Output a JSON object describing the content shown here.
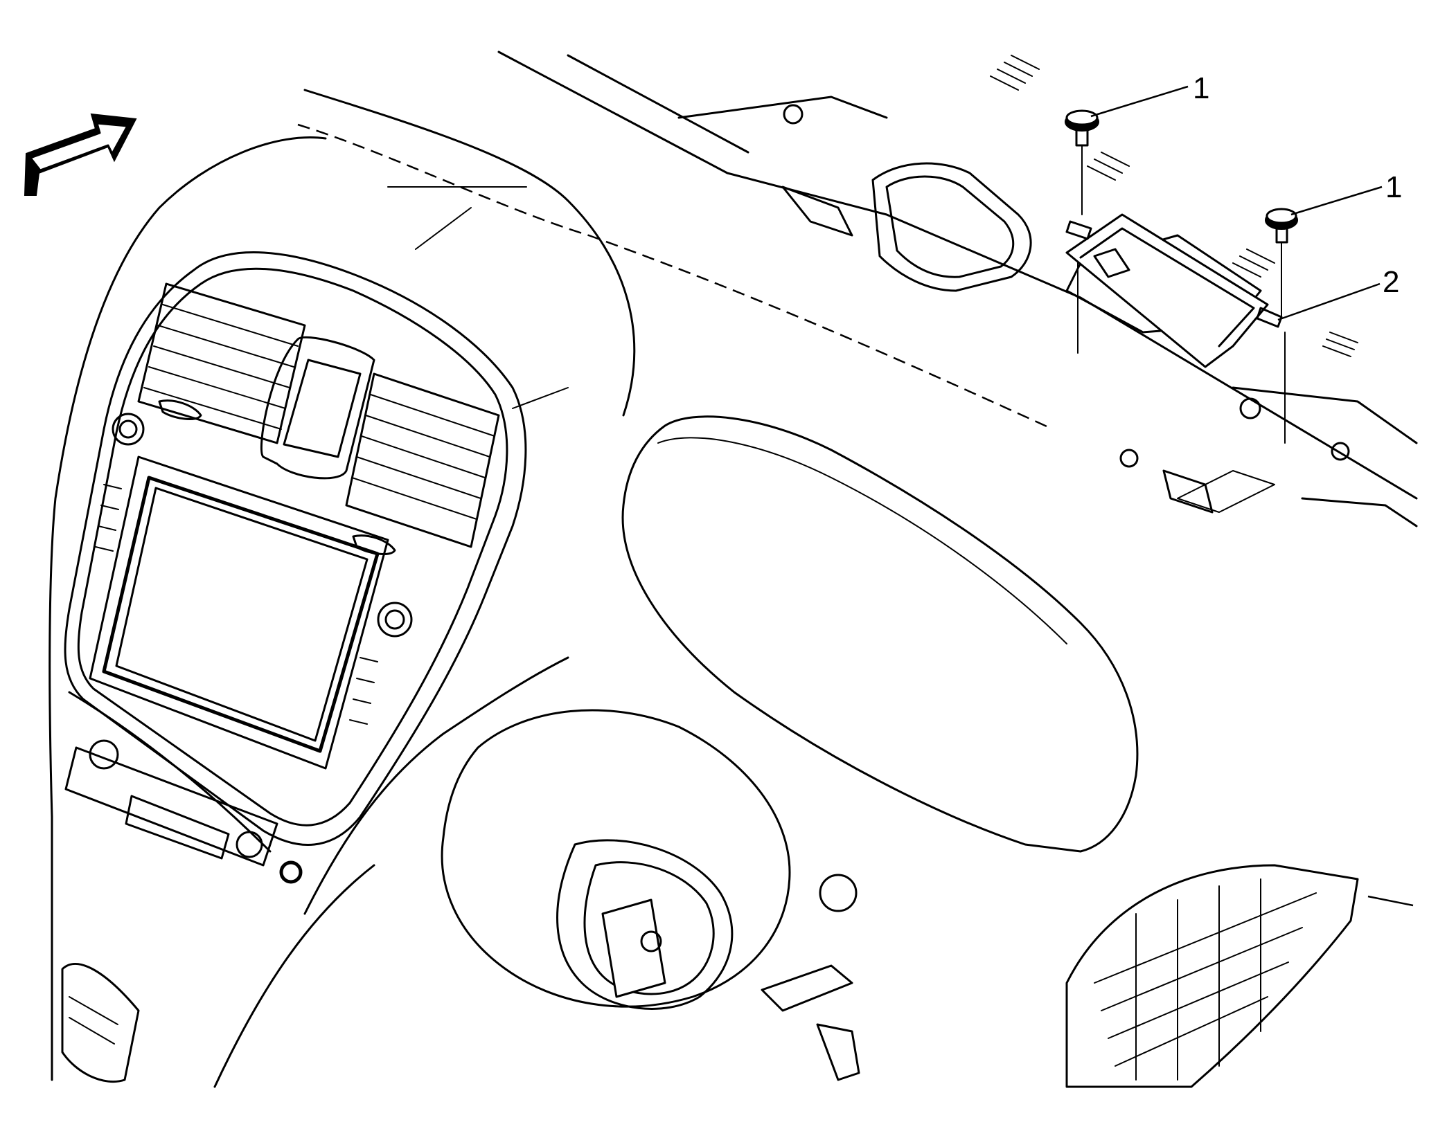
{
  "figure": {
    "callouts": [
      {
        "id": "fastener-a",
        "label": "1"
      },
      {
        "id": "fastener-b",
        "label": "1"
      },
      {
        "id": "bracket",
        "label": "2"
      }
    ],
    "icons": {
      "direction": "front-arrow-icon",
      "fastener": "bolt-icon"
    }
  }
}
